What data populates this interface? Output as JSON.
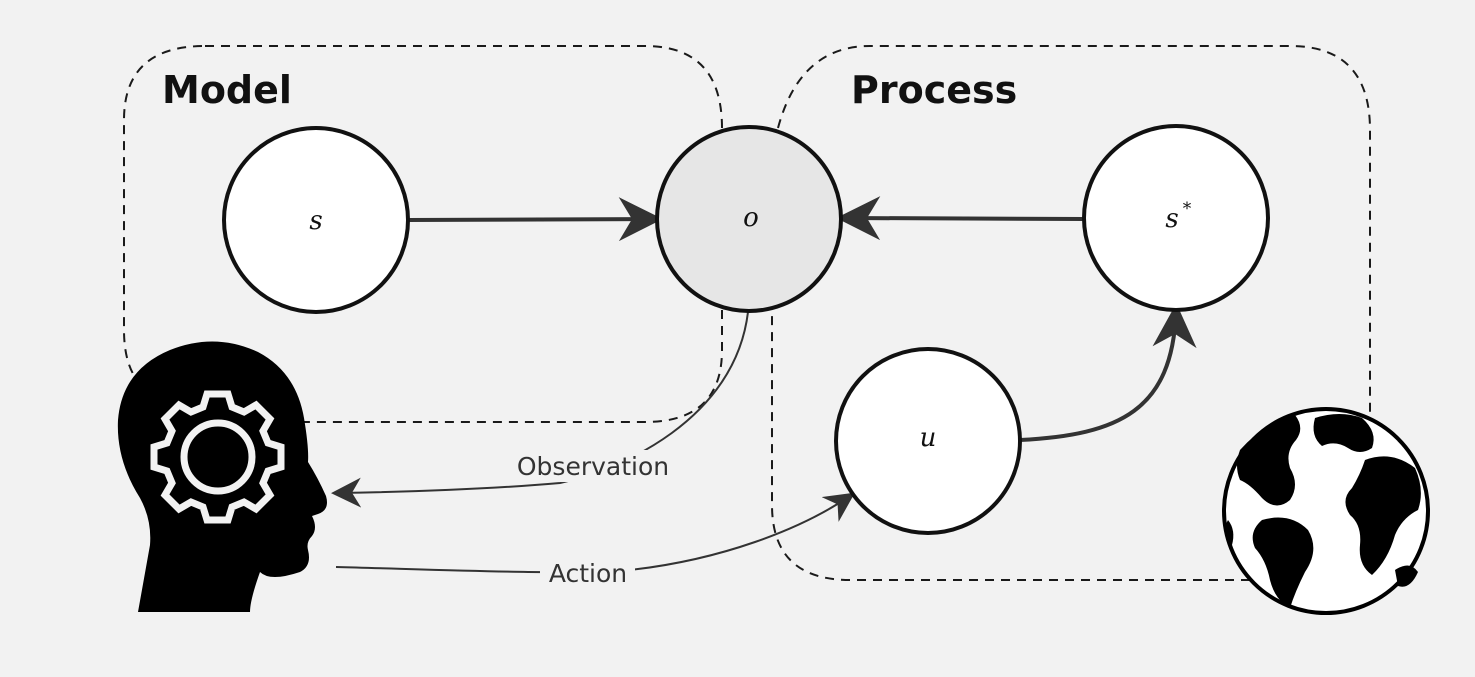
{
  "groups": {
    "model": {
      "title": "Model"
    },
    "process": {
      "title": "Process"
    }
  },
  "nodes": {
    "s": {
      "label": "s",
      "fill": "#ffffff"
    },
    "o": {
      "label": "o",
      "fill": "#e6e6e6"
    },
    "s_star": {
      "label": "s",
      "superscript": "*",
      "fill": "#ffffff"
    },
    "u": {
      "label": "u",
      "fill": "#ffffff"
    }
  },
  "edges": {
    "observation": {
      "label": "Observation"
    },
    "action": {
      "label": "Action"
    }
  },
  "icons": {
    "agent": "head-with-gear-icon",
    "world": "globe-icon"
  },
  "colors": {
    "background": "#f2f2f2",
    "stroke": "#111111",
    "arrow": "#333333",
    "observed_node": "#e6e6e6"
  }
}
